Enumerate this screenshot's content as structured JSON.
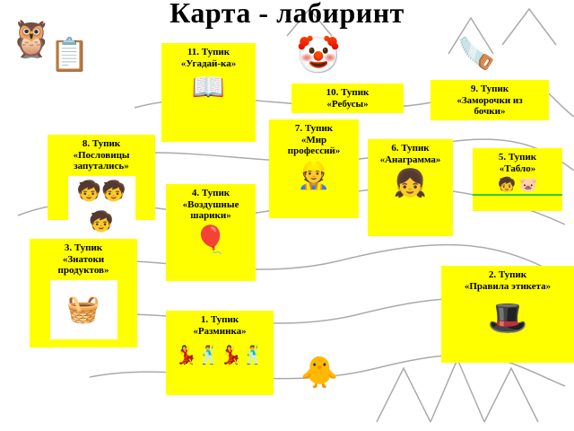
{
  "title": "Карта - лабиринт",
  "cards": [
    {
      "id": "11",
      "num": "11. Тупик",
      "name": "«Угадай-ка»",
      "icon": "children-reading-book-icon"
    },
    {
      "id": "10",
      "num": "10. Тупик",
      "name": "«Ребусы»",
      "icon": ""
    },
    {
      "id": "9",
      "num": "9. Тупик",
      "name": "«Заморочки из бочки»",
      "icon": ""
    },
    {
      "id": "7",
      "num": "7. Тупик",
      "name": "«Мир профессий»",
      "icon": "worker-icon"
    },
    {
      "id": "8",
      "num": "8. Тупик",
      "name": "«Пословицы запутались»",
      "icon": "kids-thinking-icon"
    },
    {
      "id": "6",
      "num": "6. Тупик",
      "name": "«Анаграмма»",
      "icon": "girl-icon"
    },
    {
      "id": "5",
      "num": "5. Тупик",
      "name": "«Табло»",
      "icon": "kids-peeking-icon"
    },
    {
      "id": "4",
      "num": "4. Тупик",
      "name": "«Воздушные шарики»",
      "icon": "balloons-icon"
    },
    {
      "id": "3",
      "num": "3. Тупик",
      "name": "«Знатоки продуктов»",
      "icon": "food-basket-icon"
    },
    {
      "id": "2",
      "num": "2. Тупик",
      "name": "«Правила этикета»",
      "icon": "gentleman-hat-icon"
    },
    {
      "id": "1",
      "num": "1. Тупик",
      "name": "«Разминка»",
      "icon": "dancing-kids-icon"
    }
  ],
  "colors": {
    "card": "#ffff00",
    "background": "#ffffff",
    "sketch": "#9a9a9a"
  }
}
